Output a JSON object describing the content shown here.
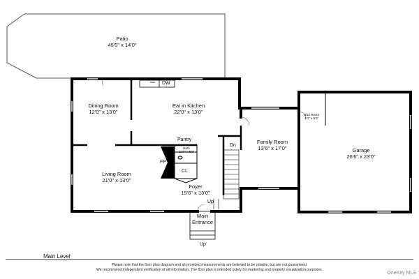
{
  "rooms": {
    "patio": {
      "name": "Patio",
      "dims": "45'0\" x 14'0\""
    },
    "dining": {
      "name": "Dining Room",
      "dims": "12'0\" x 13'0\""
    },
    "kitchen": {
      "name": "Eat in Kitchen",
      "dims": "22'0\" x 13'0\""
    },
    "family": {
      "name": "Family Room",
      "dims": "13'6\" x 17'0\""
    },
    "mud": {
      "name": "Mud Room",
      "dims": "4'0\" x 9'0\""
    },
    "garage": {
      "name": "Garage",
      "dims": "26'6\" x 23'0\""
    },
    "living": {
      "name": "Living Room",
      "dims": "21'0\" x 13'0\""
    },
    "foyer": {
      "name": "Foyer",
      "dims": "15'6\" x 13'0\""
    },
    "bath": {
      "name": "Bath",
      "dims": "10'0\" x 5'0\""
    },
    "entrance": {
      "name": "Main",
      "name2": "Entrance"
    }
  },
  "labels": {
    "dw": "DW",
    "pantry": "Pantry",
    "fp": "FP",
    "cl": "CL",
    "dn": "Dn",
    "up_stair": "Up",
    "up_entry": "Up"
  },
  "footer": {
    "title": "Main Level",
    "disclaimer1": "Please note that the floor plan diagram and all provided measurements are believed to be reliable, but are not guaranteed.",
    "disclaimer2": "We recommend independent verification of all information. The floor plan is intended solely for marketing and property visualization purposes.",
    "brand": "OneKey MLS"
  }
}
